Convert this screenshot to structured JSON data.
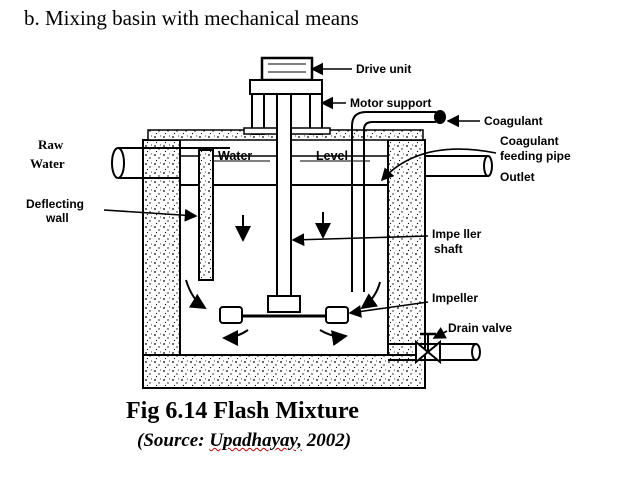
{
  "heading": "b. Mixing basin with mechanical means",
  "labels": {
    "drive_unit": "Drive unit",
    "motor_support": "Motor support",
    "coagulant": "Coagulant",
    "coagulant_feeding_pipe_1": "Coagulant",
    "coagulant_feeding_pipe_2": "feeding pipe",
    "outlet": "Outlet",
    "raw_water_1": "Raw",
    "raw_water_2": "Water",
    "deflecting_wall_1": "Deflecting",
    "deflecting_wall_2": "wall",
    "water_level_1": "Water",
    "water_level_2": "Level",
    "impeller_shaft_1": "Impe ller",
    "impeller_shaft_2": "shaft",
    "impeller": "Impeller",
    "drain_valve": "Drain valve"
  },
  "caption": {
    "title": "Fig 6.14 Flash Mixture",
    "source_prefix": "(Source: ",
    "source_author": "Upadhayay,",
    "source_suffix": " 2002)"
  }
}
